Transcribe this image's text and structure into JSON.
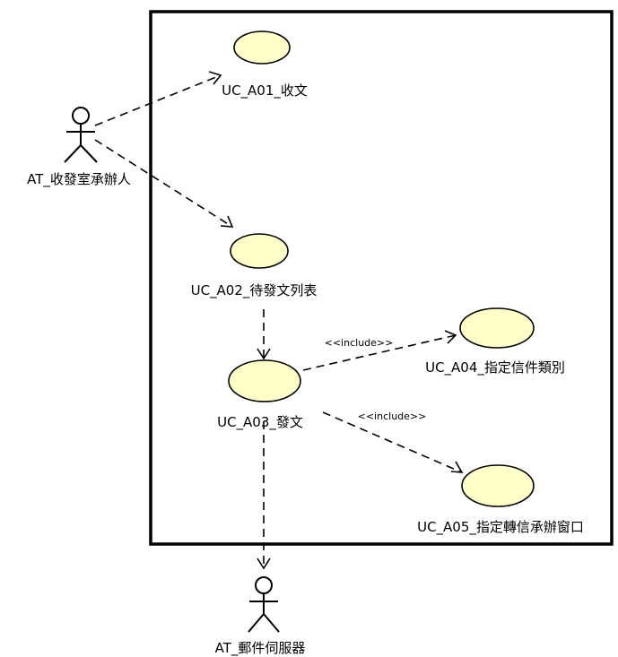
{
  "diagram": {
    "actors": {
      "receiver": {
        "label": "AT_收發室承辦人"
      },
      "mail_server": {
        "label": "AT_郵件伺服器"
      }
    },
    "use_cases": {
      "a01": {
        "label": "UC_A01_收文"
      },
      "a02": {
        "label": "UC_A02_待發文列表"
      },
      "a03": {
        "label": "UC_A03_發文"
      },
      "a04": {
        "label": "UC_A04_指定信件類別"
      },
      "a05": {
        "label": "UC_A05_指定轉信承辦窗口"
      }
    },
    "relations": {
      "include_a04": "<<include>>",
      "include_a05": "<<include>>"
    }
  }
}
